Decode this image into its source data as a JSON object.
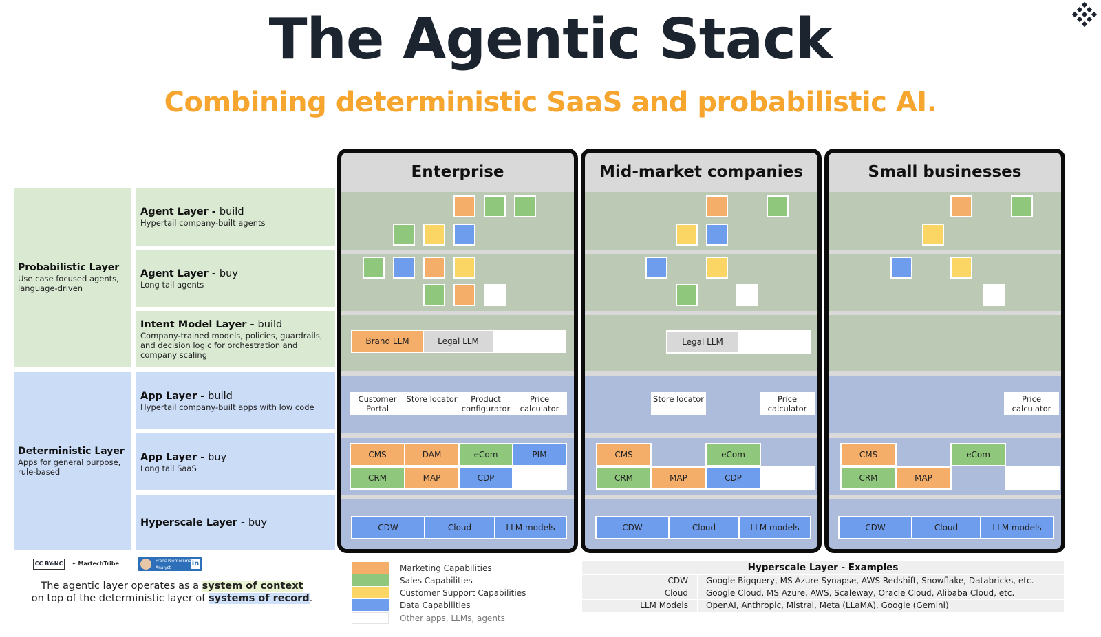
{
  "header": {
    "title": "The Agentic Stack",
    "subtitle": "Combining deterministic SaaS and probabilistic AI."
  },
  "colors": {
    "marketing": "#f5ad6a",
    "sales": "#8fc77c",
    "support": "#fbd665",
    "data": "#6f9ded",
    "other": "#ffffff",
    "title": "#1c2430",
    "subtitle": "#f6a52e"
  },
  "groups": {
    "probabilistic": {
      "title": "Probabilistic Layer",
      "desc": "Use case focused agents, language-driven"
    },
    "deterministic": {
      "title": "Deterministic Layer",
      "desc": "Apps for general purpose, rule-based"
    }
  },
  "layers": {
    "agent_build": {
      "name": "Agent Layer - ",
      "mode": "build",
      "desc": "Hypertail company-built agents"
    },
    "agent_buy": {
      "name": "Agent Layer - ",
      "mode": "buy",
      "desc": "Long tail agents"
    },
    "intent": {
      "name": "Intent Model Layer - ",
      "mode": "build",
      "desc": "Company-trained models, policies, guardrails, and decision logic for orchestration and company scaling"
    },
    "app_build": {
      "name": "App Layer - ",
      "mode": "build",
      "desc": "Hypertail company-built apps with low code"
    },
    "app_buy": {
      "name": "App Layer - ",
      "mode": "buy",
      "desc": "Long tail SaaS"
    },
    "hyperscale": {
      "name": "Hyperscale Layer - ",
      "mode": "buy"
    }
  },
  "columns": {
    "enterprise": {
      "title": "Enterprise",
      "intent": [
        "Brand LLM",
        "Legal LLM"
      ],
      "app_build": [
        "Customer Portal",
        "Store locator",
        "Product configurator",
        "Price calculator"
      ],
      "app_buy": [
        "CMS",
        "DAM",
        "eCom",
        "PIM",
        "CRM",
        "MAP",
        "CDP"
      ],
      "hyperscale": [
        "CDW",
        "Cloud",
        "LLM models"
      ]
    },
    "midmarket": {
      "title": "Mid-market companies",
      "intent": [
        "Legal LLM"
      ],
      "app_build": [
        "Store locator",
        "Price calculator"
      ],
      "app_buy": [
        "CMS",
        "eCom",
        "CRM",
        "MAP",
        "CDP"
      ],
      "hyperscale": [
        "CDW",
        "Cloud",
        "LLM models"
      ]
    },
    "small": {
      "title": "Small businesses",
      "app_build": [
        "Price calculator"
      ],
      "app_buy": [
        "CMS",
        "eCom",
        "CRM",
        "MAP"
      ],
      "hyperscale": [
        "CDW",
        "Cloud",
        "LLM models"
      ]
    }
  },
  "footer": {
    "cc_badge": "CC BY-NC",
    "brand": "MartechTribe",
    "author_badge": "Frans Riemersma Analyst",
    "linkedin": "in",
    "note_pre1": "The agentic layer operates as a ",
    "note_hl1": "system of context",
    "note_pre2": "on top of the deterministic layer of ",
    "note_hl2": "systems of record",
    "note_post2": "."
  },
  "legend": [
    {
      "label": "Marketing Capabilities",
      "color": "#f5ad6a"
    },
    {
      "label": "Sales Capabilities",
      "color": "#8fc77c"
    },
    {
      "label": "Customer Support Capabilities",
      "color": "#fbd665"
    },
    {
      "label": "Data Capabilities",
      "color": "#6f9ded"
    },
    {
      "label": "Other apps, LLMs, agents",
      "color": "#ffffff"
    }
  ],
  "hyperscale_examples": {
    "title": "Hyperscale Layer - Examples",
    "rows": [
      {
        "key": "CDW",
        "value": "Google Bigquery, MS Azure Synapse, AWS Redshift, Snowflake, Databricks, etc."
      },
      {
        "key": "Cloud",
        "value": "Google Cloud, MS Azure, AWS, Scaleway, Oracle Cloud, Alibaba Cloud, etc."
      },
      {
        "key": "LLM Models",
        "value": "OpenAI, Anthropic, Mistral, Meta (LLaMA), Google (Gemini)"
      }
    ]
  }
}
